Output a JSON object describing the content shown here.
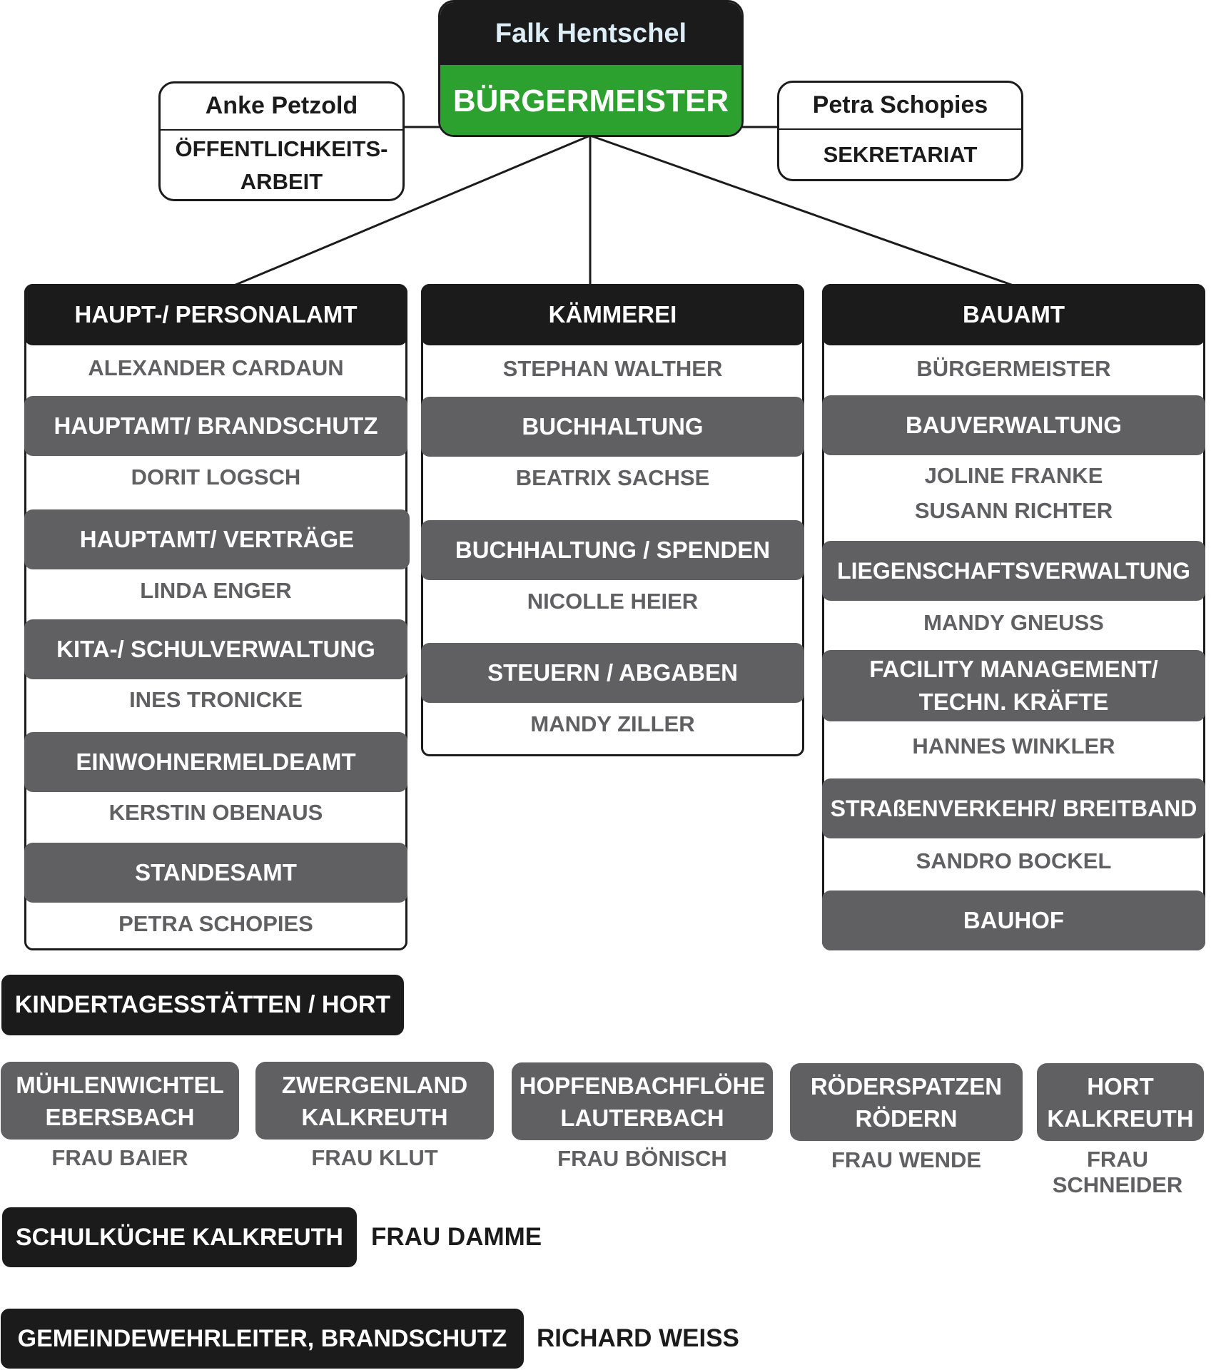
{
  "top": {
    "mayor_name": "Falk Hentschel",
    "mayor_title": "BÜRGERMEISTER",
    "left_name": "Anke Petzold",
    "left_role_1": "ÖFFENTLICHKEITS-",
    "left_role_2": "ARBEIT",
    "right_name": "Petra Schopies",
    "right_role": "SEKRETARIAT"
  },
  "hauptamt": {
    "title": "HAUPT-/ PERSONALAMT",
    "head_person": "ALEXANDER CARDAUN",
    "units": [
      {
        "name": "HAUPTAMT/ BRANDSCHUTZ",
        "person": "DORIT LOGSCH"
      },
      {
        "name": "HAUPTAMT/ VERTRÄGE",
        "person": "LINDA ENGER"
      },
      {
        "name": "KITA-/ SCHULVERWALTUNG",
        "person": "INES TRONICKE"
      },
      {
        "name": "EINWOHNERMELDEAMT",
        "person": "KERSTIN OBENAUS"
      },
      {
        "name": "STANDESAMT",
        "person": "PETRA SCHOPIES"
      }
    ]
  },
  "kaemmerei": {
    "title": "KÄMMEREI",
    "head_person": "STEPHAN WALTHER",
    "units": [
      {
        "name": "BUCHHALTUNG",
        "person": "BEATRIX SACHSE"
      },
      {
        "name": "BUCHHALTUNG / SPENDEN",
        "person": "NICOLLE HEIER"
      },
      {
        "name": "STEUERN / ABGABEN",
        "person": "MANDY ZILLER"
      }
    ]
  },
  "bauamt": {
    "title": "BAUAMT",
    "head_person": "BÜRGERMEISTER",
    "units": [
      {
        "name": "BAUVERWALTUNG",
        "person_1": "JOLINE FRANKE",
        "person_2": "SUSANN RICHTER"
      },
      {
        "name": "LIEGENSCHAFTSVERWALTUNG",
        "person": "MANDY GNEUSS"
      },
      {
        "name_1": "FACILITY MANAGEMENT/",
        "name_2": "TECHN. KRÄFTE",
        "person": "HANNES WINKLER"
      },
      {
        "name": "STRAßENVERKEHR/ BREITBAND",
        "person": "SANDRO BOCKEL"
      },
      {
        "name": "BAUHOF"
      }
    ]
  },
  "kita": {
    "title": "KINDERTAGESSTÄTTEN / HORT",
    "items": [
      {
        "line1": "MÜHLENWICHTEL",
        "line2": "EBERSBACH",
        "person": "FRAU BAIER"
      },
      {
        "line1": "ZWERGENLAND",
        "line2": "KALKREUTH",
        "person": "FRAU KLUT"
      },
      {
        "line1": "HOPFENBACHFLÖHE",
        "line2": "LAUTERBACH",
        "person": "FRAU BÖNISCH"
      },
      {
        "line1": "RÖDERSPATZEN",
        "line2": "RÖDERN",
        "person": "FRAU WENDE"
      },
      {
        "line1": "HORT",
        "line2": "KALKREUTH",
        "person": "FRAU SCHNEIDER"
      }
    ]
  },
  "schulkueche": {
    "title": "SCHULKÜCHE KALKREUTH",
    "person": "FRAU DAMME"
  },
  "wehr": {
    "title": "GEMEINDEWEHRLEITER, BRANDSCHUTZ",
    "person": "RICHARD WEISS"
  }
}
